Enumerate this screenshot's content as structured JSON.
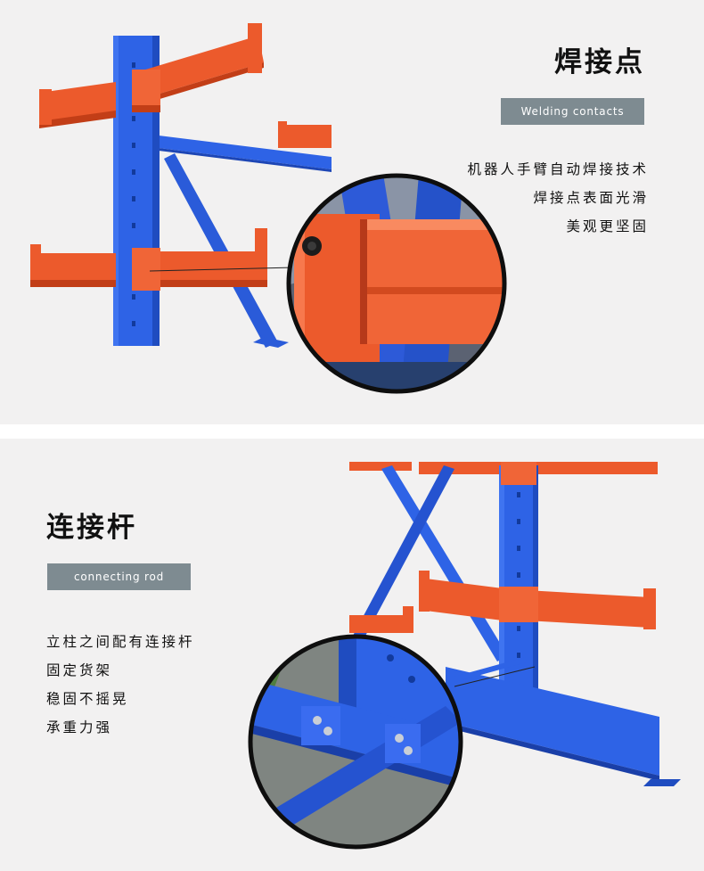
{
  "section_welding": {
    "title": "焊接点",
    "tag": "Welding contacts",
    "lines": [
      "机器人手臂自动焊接技术",
      "焊接点表面光滑",
      "美观更坚固"
    ]
  },
  "section_rod": {
    "title": "连接杆",
    "tag": "connecting rod",
    "lines": [
      "立柱之间配有连接杆",
      "固定货架",
      "稳固不摇晃",
      "承重力强"
    ]
  },
  "colors": {
    "panel_background": "#f2f1f1",
    "rack_blue": "#2e63e6",
    "arm_orange": "#ec5a2c",
    "tag_gray": "#7e8b91"
  }
}
